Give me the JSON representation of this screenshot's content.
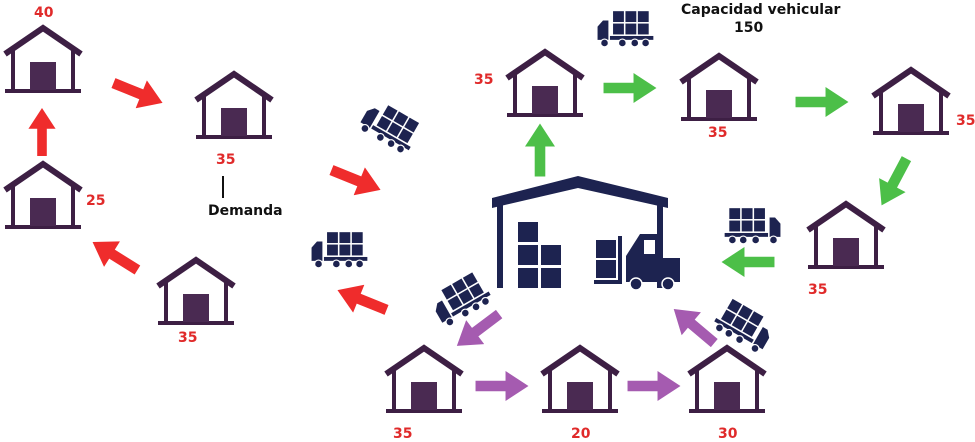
{
  "capacity": {
    "title": "Capacidad vehicular",
    "value": "150"
  },
  "demand_label": "Demanda",
  "demands": {
    "r1": "40",
    "r2": "35",
    "r3": "25",
    "r4": "35",
    "g1": "35",
    "g2": "35",
    "g3": "35",
    "g4": "35",
    "p1": "35",
    "p2": "20",
    "p3": "30"
  },
  "colors": {
    "warehouse": "#3d1f44",
    "warehouse_door": "#4a2a52",
    "depot": "#1d2350",
    "truck": "#1d2350",
    "route_red": "#ef2c2c",
    "route_green": "#4cbf48",
    "route_purple": "#a55bb0",
    "label_red": "#e02a2a"
  },
  "icons": {
    "warehouse": "warehouse-icon",
    "depot": "distribution-center-icon",
    "truck": "truck-icon",
    "forklift": "forklift-icon"
  }
}
